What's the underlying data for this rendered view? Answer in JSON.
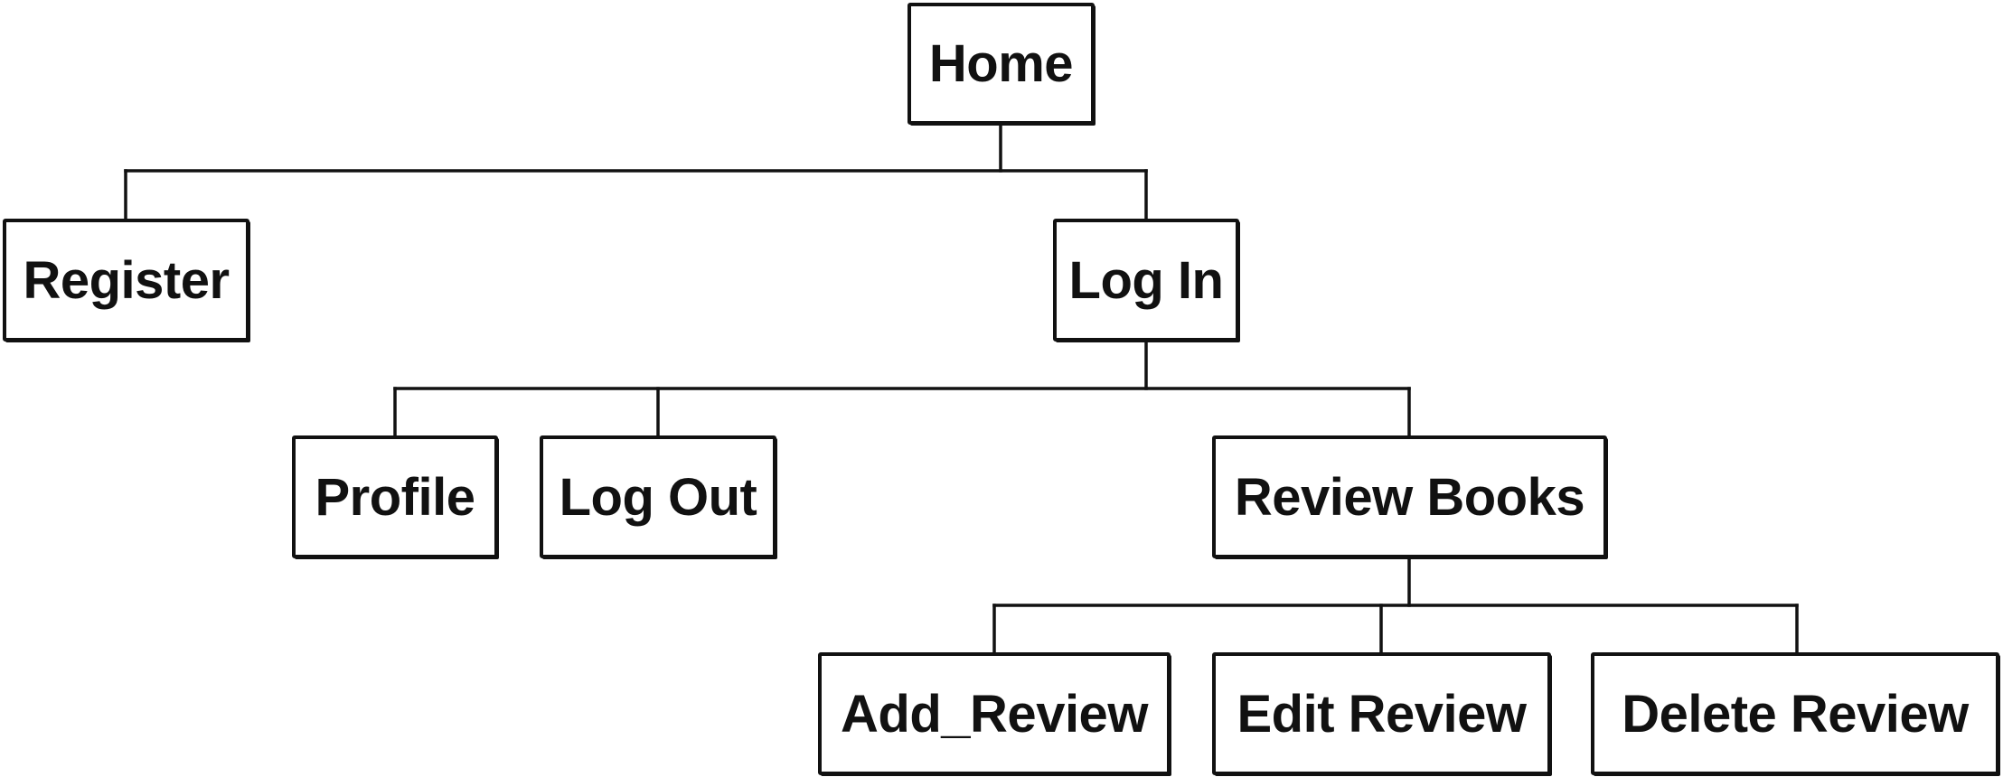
{
  "sitemap": {
    "root": {
      "label": "Home"
    },
    "level1": [
      {
        "label": "Register"
      },
      {
        "label": "Log In"
      }
    ],
    "login_children": [
      {
        "label": "Profile"
      },
      {
        "label": "Log Out"
      },
      {
        "label": "Review Books"
      }
    ],
    "review_children": [
      {
        "label": "Add_Review"
      },
      {
        "label": "Edit Review"
      },
      {
        "label": "Delete Review"
      }
    ]
  },
  "colors": {
    "stroke": "#111111",
    "background": "#ffffff"
  }
}
